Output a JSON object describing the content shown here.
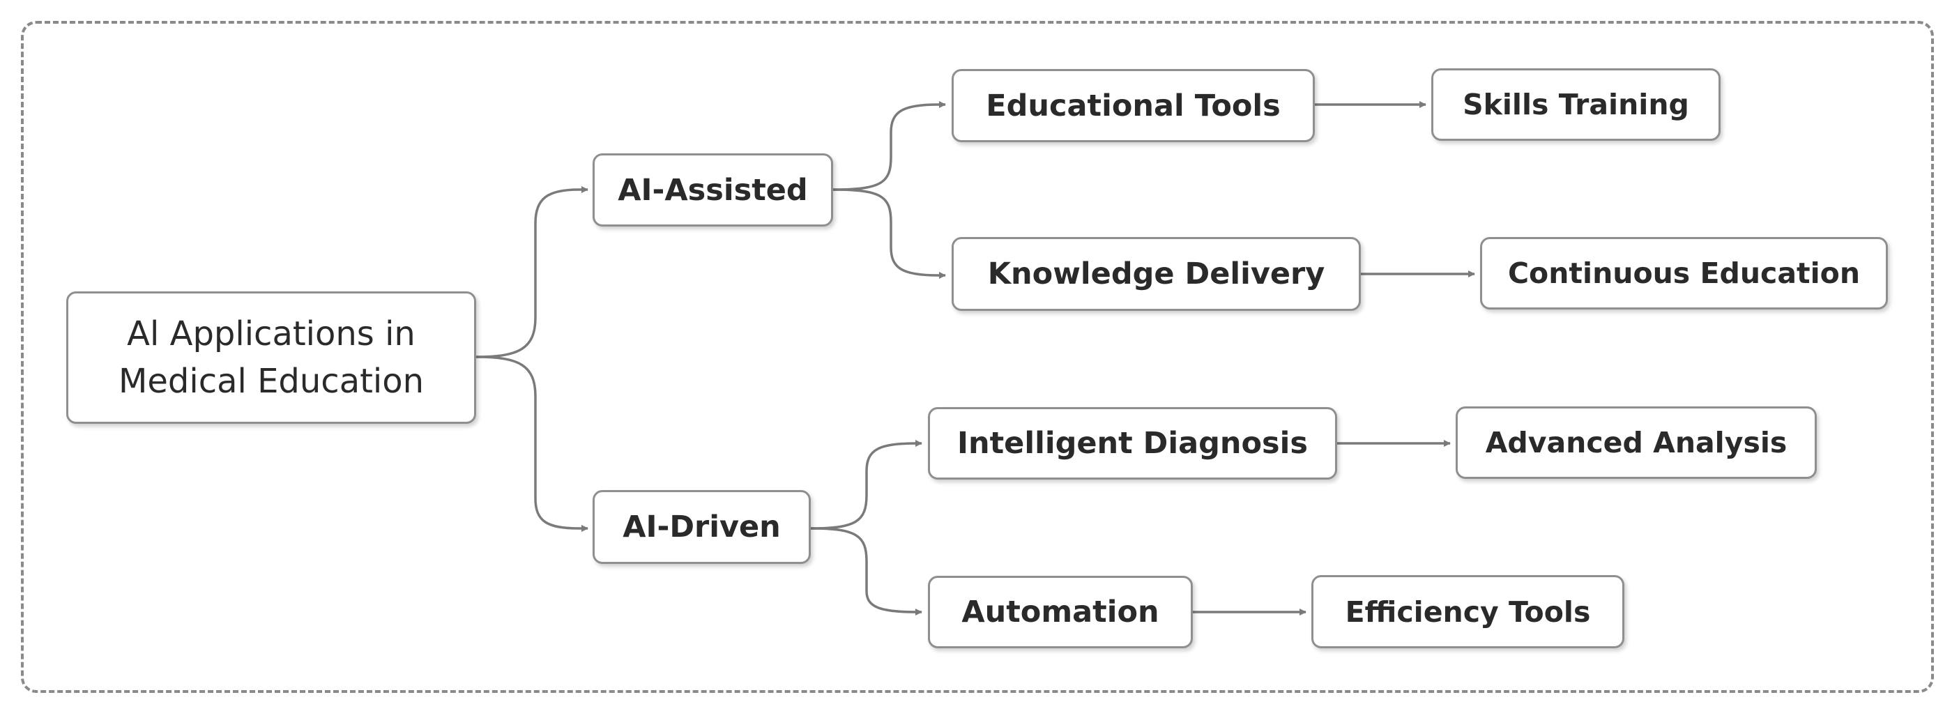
{
  "diagram": {
    "root": {
      "line1": "Al Applications in",
      "line2": "Medical Education"
    },
    "branches": {
      "assisted": "AI-Assisted",
      "driven": "AI-Driven"
    },
    "items": {
      "educational_tools": "Educational Tools",
      "knowledge_delivery": "Knowledge Delivery",
      "intelligent_diagnosis": "Intelligent Diagnosis",
      "automation": "Automation"
    },
    "outcomes": {
      "skills_training": "Skills Training",
      "continuous_education": "Continuous Education",
      "advanced_analysis": "Advanced Analysis",
      "efficiency_tools": "Efficiency Tools"
    },
    "colors": {
      "border": "#8f8f8f",
      "connector": "#7a7a7a",
      "text": "#2a2a2a",
      "frame": "#8a8a8a"
    }
  }
}
